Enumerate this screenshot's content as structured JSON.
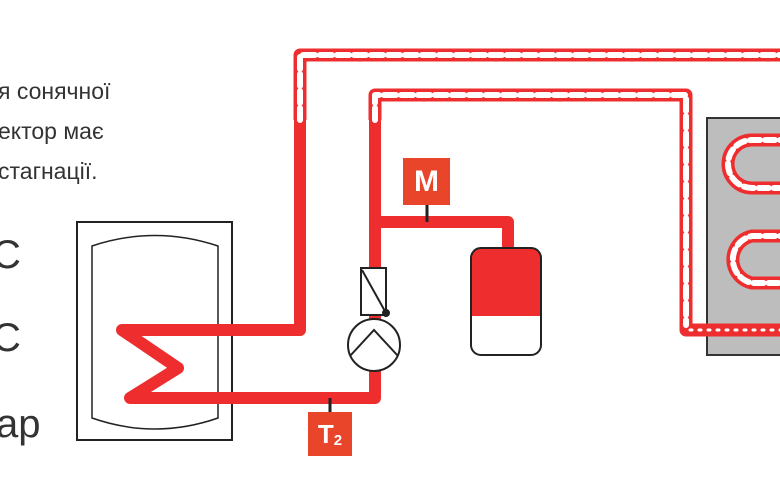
{
  "text": {
    "line1": "я сонячної",
    "line2": "ектор має",
    "line3": "стагнації.",
    "value1": "С",
    "value2": "С",
    "value3": "ар"
  },
  "labels": {
    "manometer": "M",
    "sensor": "T",
    "sensor_sub": "2"
  },
  "colors": {
    "pipe": "#ee2e2e",
    "label": "#e8452a",
    "panel": "#bdbdbd"
  }
}
